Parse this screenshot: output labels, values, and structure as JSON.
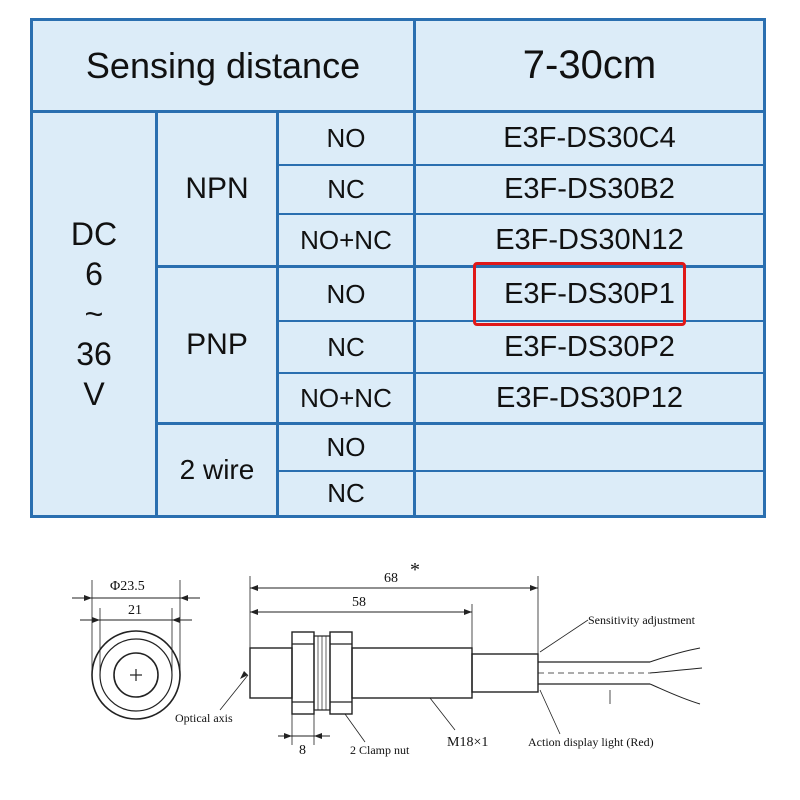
{
  "header": {
    "label": "Sensing distance",
    "value": "7-30cm"
  },
  "supply": {
    "line1": "DC",
    "line2": "6",
    "line3": "~",
    "line4": "36",
    "line5": "V"
  },
  "groups": [
    {
      "type": "NPN",
      "rows": [
        {
          "mode": "NO",
          "model": "E3F-DS30C4"
        },
        {
          "mode": "NC",
          "model": "E3F-DS30B2"
        },
        {
          "mode": "NO+NC",
          "model": "E3F-DS30N12"
        }
      ]
    },
    {
      "type": "PNP",
      "rows": [
        {
          "mode": "NO",
          "model": "E3F-DS30P1"
        },
        {
          "mode": "NC",
          "model": "E3F-DS30P2"
        },
        {
          "mode": "NO+NC",
          "model": "E3F-DS30P12"
        }
      ]
    },
    {
      "type": "2 wire",
      "rows": [
        {
          "mode": "NO",
          "model": ""
        },
        {
          "mode": "NC",
          "model": ""
        }
      ]
    }
  ],
  "highlight": {
    "model": "E3F-DS30P1",
    "color": "#e01818"
  },
  "drawing": {
    "outer_diameter": "Φ23.5",
    "inner_diameter": "21",
    "total_length": "68",
    "asterisk": "*",
    "body_length": "58",
    "nut_width": "8",
    "labels": {
      "optical_axis": "Optical axis",
      "clamp_nut": "2 Clamp nut",
      "thread": "M18×1",
      "sensitivity": "Sensitivity adjustment",
      "action_light": "Action display light (Red)"
    }
  },
  "colors": {
    "table_bg": "#dcecf8",
    "grid_line": "#2a6fb0"
  }
}
